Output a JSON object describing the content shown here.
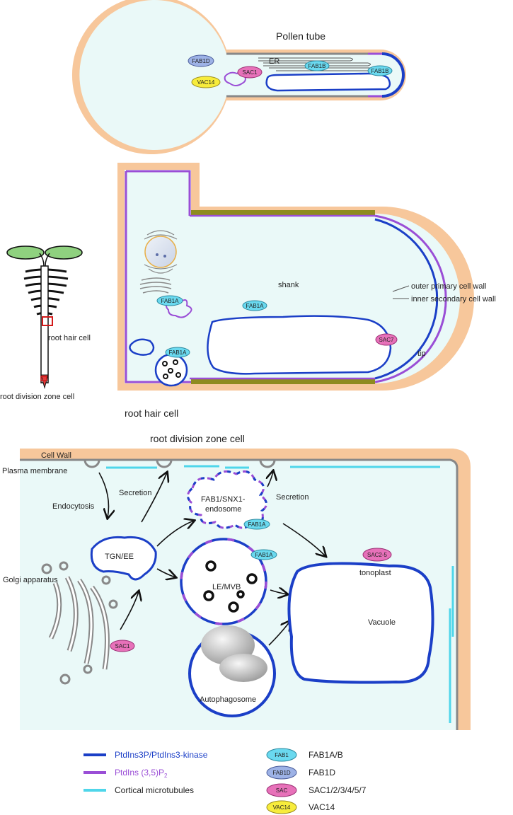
{
  "colors": {
    "wall": "#f7c79b",
    "cytoplasm": "#eaf9f8",
    "pi3p": "#1b3fc7",
    "pi35p2": "#9a4ed6",
    "microtubule": "#4fd6ea",
    "membrane_gray": "#888888",
    "fab1": "#6ad9ef",
    "fab1d": "#9db2e6",
    "sac": "#e771b9",
    "vac14": "#f7ec3c",
    "secondary_wall": "#8e8b1f"
  },
  "icons": {
    "arrow": "arrow-icon",
    "vesicle": "vesicle-icon",
    "seedling": "seedling-icon"
  },
  "pollen": {
    "title": "Pollen tube",
    "er": "ER",
    "fab1d": "FAB1D",
    "sac1": "SAC1",
    "vac14": "VAC14",
    "fab1b_1": "FAB1B",
    "fab1b_2": "FAB1B"
  },
  "seedling": {
    "root_hair_label": "root hair cell",
    "division_label": "root division zone cell"
  },
  "roothair": {
    "title": "root hair cell",
    "shank": "shank",
    "tip": "tip",
    "outer_wall": "outer primary cell wall",
    "inner_wall": "inner secondary cell wall",
    "fab1a_1": "FAB1A",
    "fab1a_2": "FAB1A",
    "fab1a_3": "FAB1A",
    "sac7": "SAC7"
  },
  "division": {
    "title": "root division zone cell",
    "cell_wall": "Cell Wall",
    "plasma_membrane": "Plasma membrane",
    "endocytosis": "Endocytosis",
    "secretion_1": "Secretion",
    "secretion_2": "Secretion",
    "endosome_line1": "FAB1/SNX1-",
    "endosome_line2": "endosome",
    "tgn": "TGN/EE",
    "golgi": "Golgi apparatus",
    "lemvb": "LE/MVB",
    "vacuole": "Vacuole",
    "tonoplast": "tonoplast",
    "autophagosome": "Autophagosome",
    "fab1a_1": "FAB1A",
    "fab1a_2": "FAB1A",
    "sac1": "SAC1",
    "sac25": "SAC2-5"
  },
  "legend": {
    "line1": "PtdIns3P/PtdIns3-kinase",
    "line2_main": "PtdIns (3,5)P",
    "line2_sub": "2",
    "line3": "Cortical microtubules",
    "chip1": "FAB1",
    "chip1_label": "FAB1A/B",
    "chip2": "FAB1D",
    "chip2_label": "FAB1D",
    "chip3": "SAC",
    "chip3_label": "SAC1/2/3/4/5/7",
    "chip4": "VAC14",
    "chip4_label": "VAC14"
  }
}
